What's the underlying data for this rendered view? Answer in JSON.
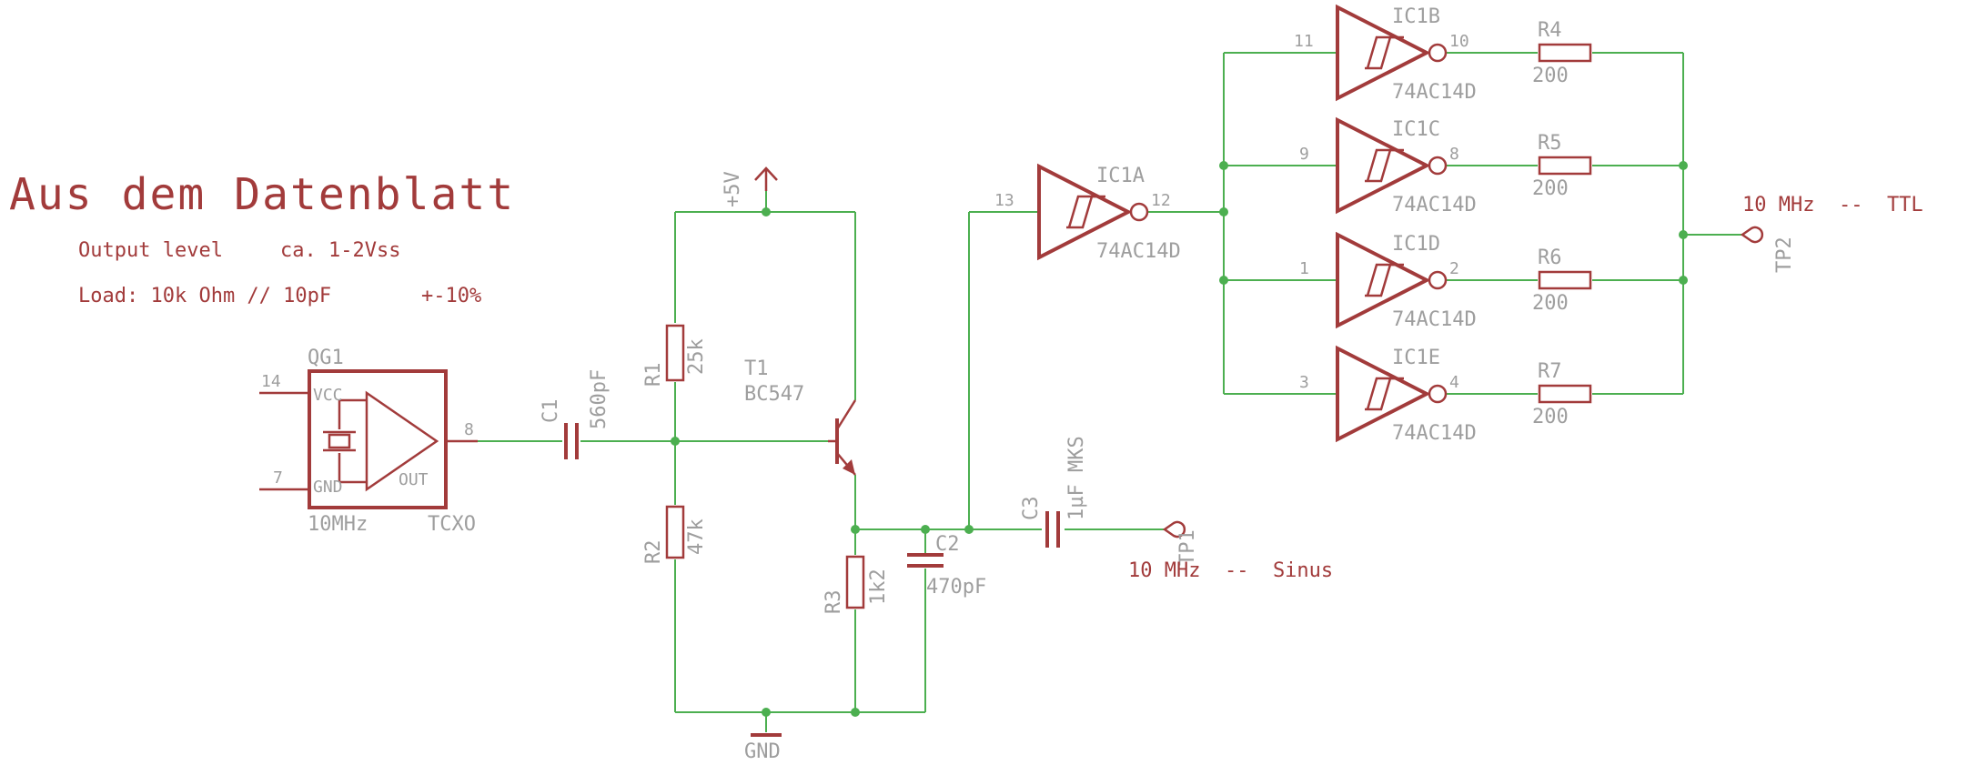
{
  "title": "Aus dem Datenblatt",
  "notes": {
    "output_level_label": "Output level",
    "output_level_value": "ca. 1-2Vss",
    "load": "Load: 10k Ohm // 10pF",
    "tolerance": "+-10%"
  },
  "oscillator": {
    "ref": "QG1",
    "pin_vcc": "14",
    "pin_gnd": "7",
    "pin_out": "8",
    "label_vcc": "VCC",
    "label_gnd": "GND",
    "label_out": "OUT",
    "value": "10MHz",
    "type": "TCXO"
  },
  "components": {
    "c1": {
      "ref": "C1",
      "value": "560pF"
    },
    "r1": {
      "ref": "R1",
      "value": "25k"
    },
    "r2": {
      "ref": "R2",
      "value": "47k"
    },
    "t1": {
      "ref": "T1",
      "value": "BC547"
    },
    "r3": {
      "ref": "R3",
      "value": "1k2"
    },
    "c2": {
      "ref": "C2",
      "value": "470pF"
    },
    "c3": {
      "ref": "C3",
      "value": "1µF MKS"
    },
    "r4": {
      "ref": "R4",
      "value": "200"
    },
    "r5": {
      "ref": "R5",
      "value": "200"
    },
    "r6": {
      "ref": "R6",
      "value": "200"
    },
    "r7": {
      "ref": "R7",
      "value": "200"
    }
  },
  "supply": {
    "vcc": "+5V",
    "gnd": "GND"
  },
  "gates": {
    "ic1a": {
      "ref": "IC1A",
      "part": "74AC14D",
      "pin_in": "13",
      "pin_out": "12"
    },
    "ic1b": {
      "ref": "IC1B",
      "part": "74AC14D",
      "pin_in": "11",
      "pin_out": "10"
    },
    "ic1c": {
      "ref": "IC1C",
      "part": "74AC14D",
      "pin_in": "9",
      "pin_out": "8"
    },
    "ic1d": {
      "ref": "IC1D",
      "part": "74AC14D",
      "pin_in": "1",
      "pin_out": "2"
    },
    "ic1e": {
      "ref": "IC1E",
      "part": "74AC14D",
      "pin_in": "3",
      "pin_out": "4"
    }
  },
  "test_points": {
    "tp1": {
      "ref": "TP1",
      "label": "10 MHz  --  Sinus"
    },
    "tp2": {
      "ref": "TP2",
      "label": "10 MHz  --  TTL"
    }
  },
  "colors": {
    "symbol": "#a23b3b",
    "wire": "#4caf50",
    "text_grey": "#9e9e9e"
  }
}
